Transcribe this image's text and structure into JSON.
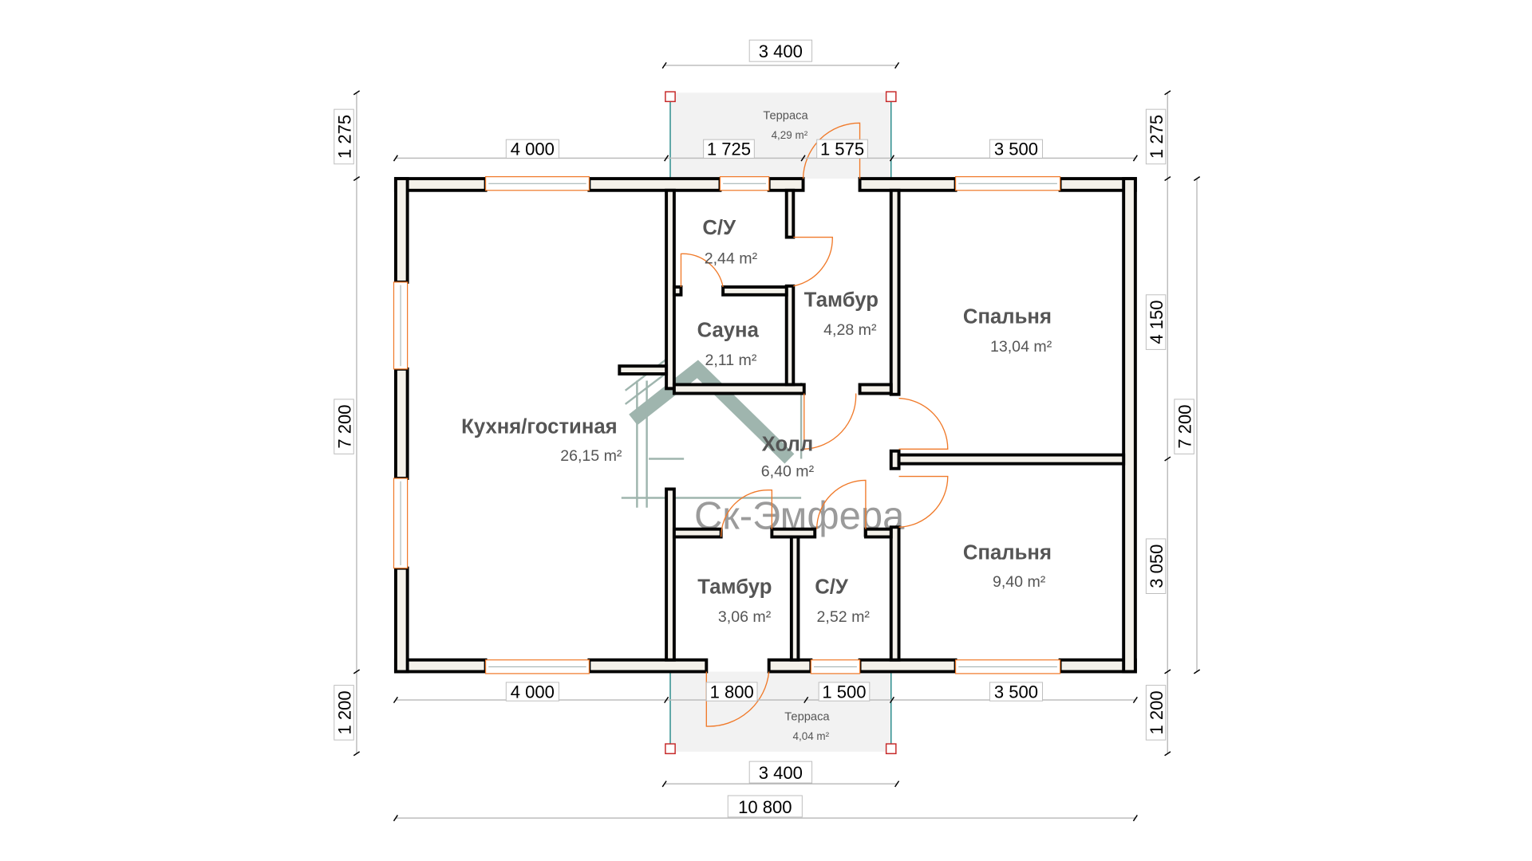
{
  "plan": {
    "rooms": [
      {
        "name": "Кухня/гостиная",
        "area": "26,15 m²"
      },
      {
        "name": "С/У",
        "area": "2,44 m²"
      },
      {
        "name": "Сауна",
        "area": "2,11 m²"
      },
      {
        "name": "Тамбур",
        "area": "4,28 m²"
      },
      {
        "name": "Спальня",
        "area": "13,04 m²"
      },
      {
        "name": "Холл",
        "area": "6,40 m²"
      },
      {
        "name": "Тамбур",
        "area": "3,06 m²"
      },
      {
        "name": "С/У",
        "area": "2,52 m²"
      },
      {
        "name": "Спальня",
        "area": "9,40 m²"
      }
    ],
    "terraces": [
      {
        "name": "Терраса",
        "area": "4,29 m²"
      },
      {
        "name": "Терраса",
        "area": "4,04 m²"
      }
    ],
    "dimensions": {
      "top_terrace": "3 400",
      "top": [
        "4 000",
        "1 725",
        "1 575",
        "3 500"
      ],
      "bottom": [
        "4 000",
        "1 800",
        "1 500",
        "3 500"
      ],
      "bottom_terrace": "3 400",
      "total_width": "10 800",
      "left": [
        "1 275",
        "7 200",
        "1 200"
      ],
      "right": [
        "1 275",
        "4 150",
        "3 050",
        "1 200"
      ],
      "right_total": "7 200"
    },
    "watermark": "Ск-Эмфера",
    "colors": {
      "wall": "#000000",
      "door": "#f07a2a",
      "terrace": "#f2f2f2",
      "post": "#c62828",
      "watermark": "#8fa9a0"
    }
  }
}
